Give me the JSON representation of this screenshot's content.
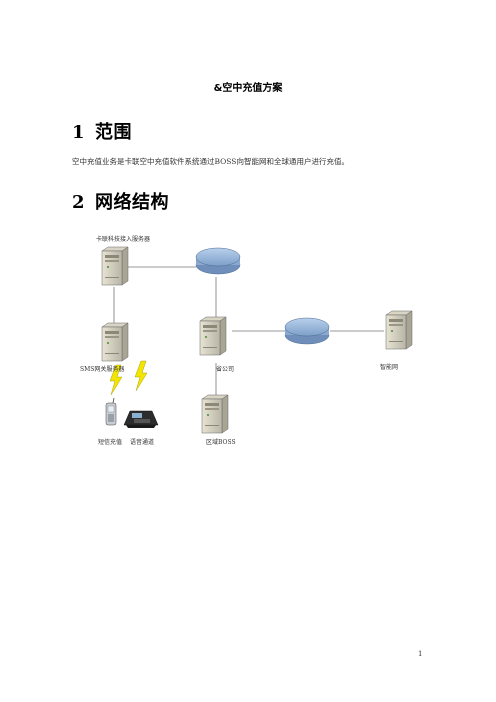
{
  "document": {
    "title": "&空中充值方案",
    "sections": [
      {
        "number": "1",
        "heading": "范围"
      },
      {
        "number": "2",
        "heading": "网络结构"
      }
    ],
    "paragraph": "空中充值业务是卡联空中充值软件系统通过BOSS向智能网和全球通用户进行充值。",
    "page_number": "1"
  },
  "diagram": {
    "labels": {
      "access_server": "卡联科技接入服务器",
      "sms_gateway_server": "SMS网关服务器",
      "provincial_company": "省公司",
      "intelligent_network": "智能网",
      "sms_recharge": "短信充值",
      "ivr_channel": "语音通道",
      "district_boss": "区域BOSS"
    },
    "icons": [
      "server-icon",
      "network-cloud-icon",
      "lightning-icon",
      "mobile-phone-icon",
      "pos-terminal-icon"
    ]
  }
}
